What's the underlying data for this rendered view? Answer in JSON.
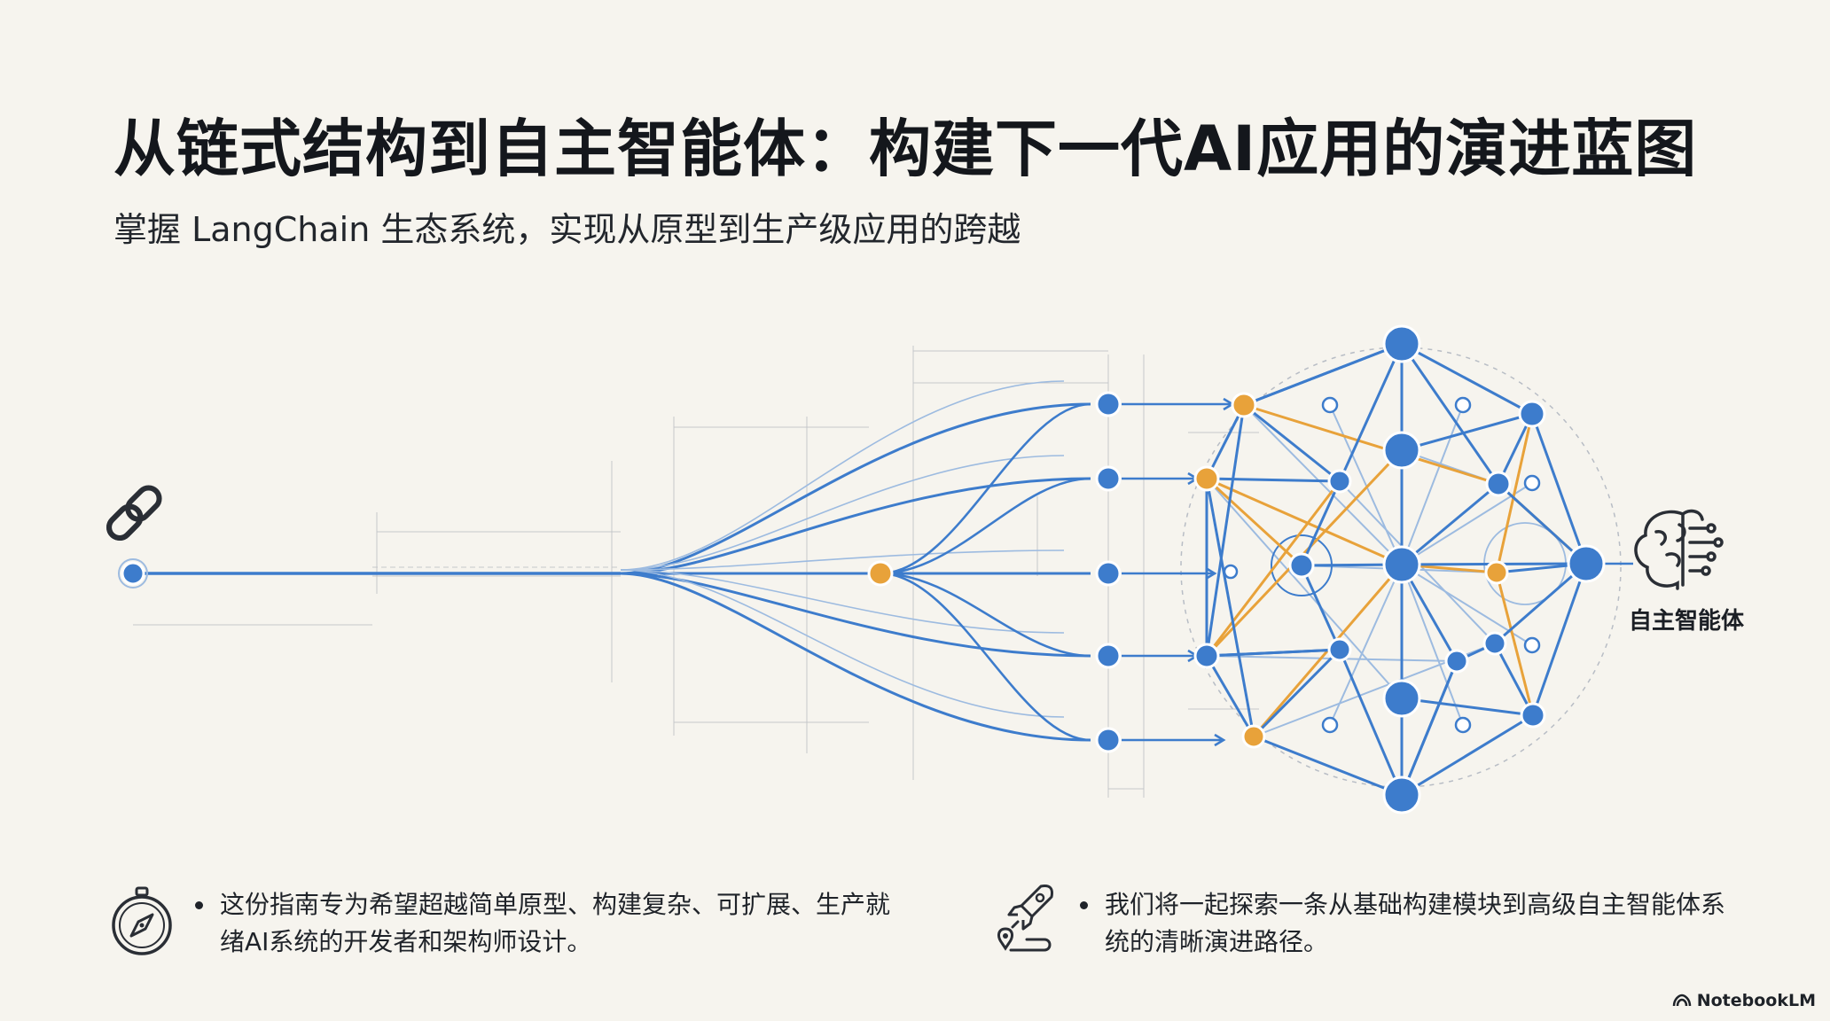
{
  "header": {
    "title": "从链式结构到自主智能体：构建下一代AI应用的演进蓝图",
    "subtitle": "掌握 LangChain 生态系统，实现从原型到生产级应用的跨越"
  },
  "diagram": {
    "end_label": "自主智能体",
    "start_icon": "chain-link-icon",
    "end_icon": "brain-circuit-icon",
    "colors": {
      "primary": "#3d7ccc",
      "accent": "#e8a23a",
      "line_light": "#9dbbe0",
      "grid": "#b5b9bf"
    }
  },
  "bullets": [
    {
      "icon": "compass-icon",
      "text": "这份指南专为希望超越简单原型、构建复杂、可扩展、生产就绪AI系统的开发者和架构师设计。"
    },
    {
      "icon": "rocket-route-icon",
      "text": "我们将一起探索一条从基础构建模块到高级自主智能体系统的清晰演进路径。"
    }
  ],
  "brand": {
    "label": "NotebookLM",
    "icon": "notebooklm-logo-icon"
  }
}
